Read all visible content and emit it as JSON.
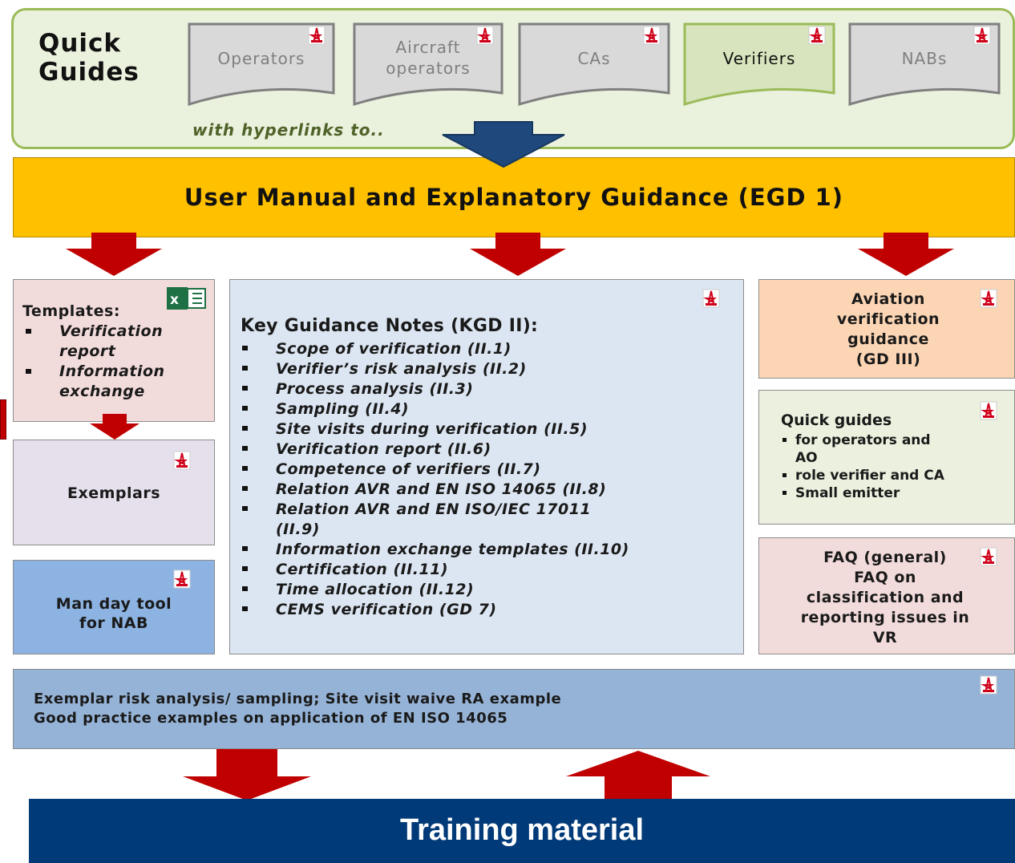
{
  "quick_guides": {
    "title_line1": "Quick",
    "title_line2": "Guides",
    "docs": [
      {
        "label_line1": "Operators",
        "label_line2": ""
      },
      {
        "label_line1": "Aircraft",
        "label_line2": "operators"
      },
      {
        "label_line1": "CAs",
        "label_line2": ""
      },
      {
        "label_line1": "Verifiers",
        "label_line2": ""
      },
      {
        "label_line1": "NABs",
        "label_line2": ""
      }
    ],
    "hyperlink_note": "with hyperlinks to.."
  },
  "egd_banner": {
    "title": "User Manual and Explanatory Guidance (EGD 1)"
  },
  "templates": {
    "heading": "Templates:",
    "items": [
      {
        "line1": "Verification",
        "line2": "report"
      },
      {
        "line1": "Information",
        "line2": "exchange"
      }
    ]
  },
  "exemplars": {
    "label": "Exemplars"
  },
  "man_day_tool": {
    "line1": "Man day tool",
    "line2": "for NAB"
  },
  "kgd": {
    "heading": "Key Guidance Notes (KGD II):",
    "items": [
      "Scope of verification  (II.1)",
      "Verifier’s risk analysis (II.2)",
      "Process analysis (II.3)",
      "Sampling (II.4)",
      "Site visits during verification (II.5)",
      "Verification report (II.6)",
      "Competence of verifiers (II.7)",
      "Relation AVR and EN ISO 14065 (II.8)",
      "Relation AVR and EN ISO/IEC 17011",
      "Information exchange  templates (II.10)",
      "Certification (II.11)",
      "Time allocation (II.12)",
      "CEMS verification  (GD 7)"
    ],
    "item9_continuation": "(II.9)"
  },
  "aviation": {
    "line1": "Aviation",
    "line2": "verification",
    "line3": "guidance",
    "line4": "(GD III)"
  },
  "quick_guides_box": {
    "heading": "Quick guides",
    "item1_line1": "for operators and",
    "item1_line2": "AO",
    "item2": "role verifier and CA",
    "item3": "Small emitter"
  },
  "faq": {
    "line1": "FAQ (general)",
    "line2": "FAQ on",
    "line3": "classification and",
    "line4": "reporting issues in",
    "line5": "VR"
  },
  "exemplar_risk": {
    "line1": "Exemplar risk analysis/ sampling; Site visit waive RA example",
    "line2": "Good practice examples on application of EN ISO 14065"
  },
  "training": {
    "label": "Training material"
  },
  "colors": {
    "quick_guides_bg": "#eaf1dd",
    "banner": "#ffc000",
    "arrow_red": "#c00000",
    "arrow_blue": "#1f497d",
    "training_bg": "#003a78",
    "kgd_bg": "#dce6f2",
    "templates_bg": "#f2dcdb",
    "exemplars_bg": "#e6e0ec",
    "man_day_bg": "#8db3e2",
    "aviation_bg": "#fcd5b4",
    "quick_box_bg": "#ebf1de",
    "faq_bg": "#f2dcdb",
    "risk_bg": "#95b3d7"
  },
  "icons": [
    "pdf-icon",
    "excel-icon",
    "down-arrow",
    "up-arrow"
  ]
}
